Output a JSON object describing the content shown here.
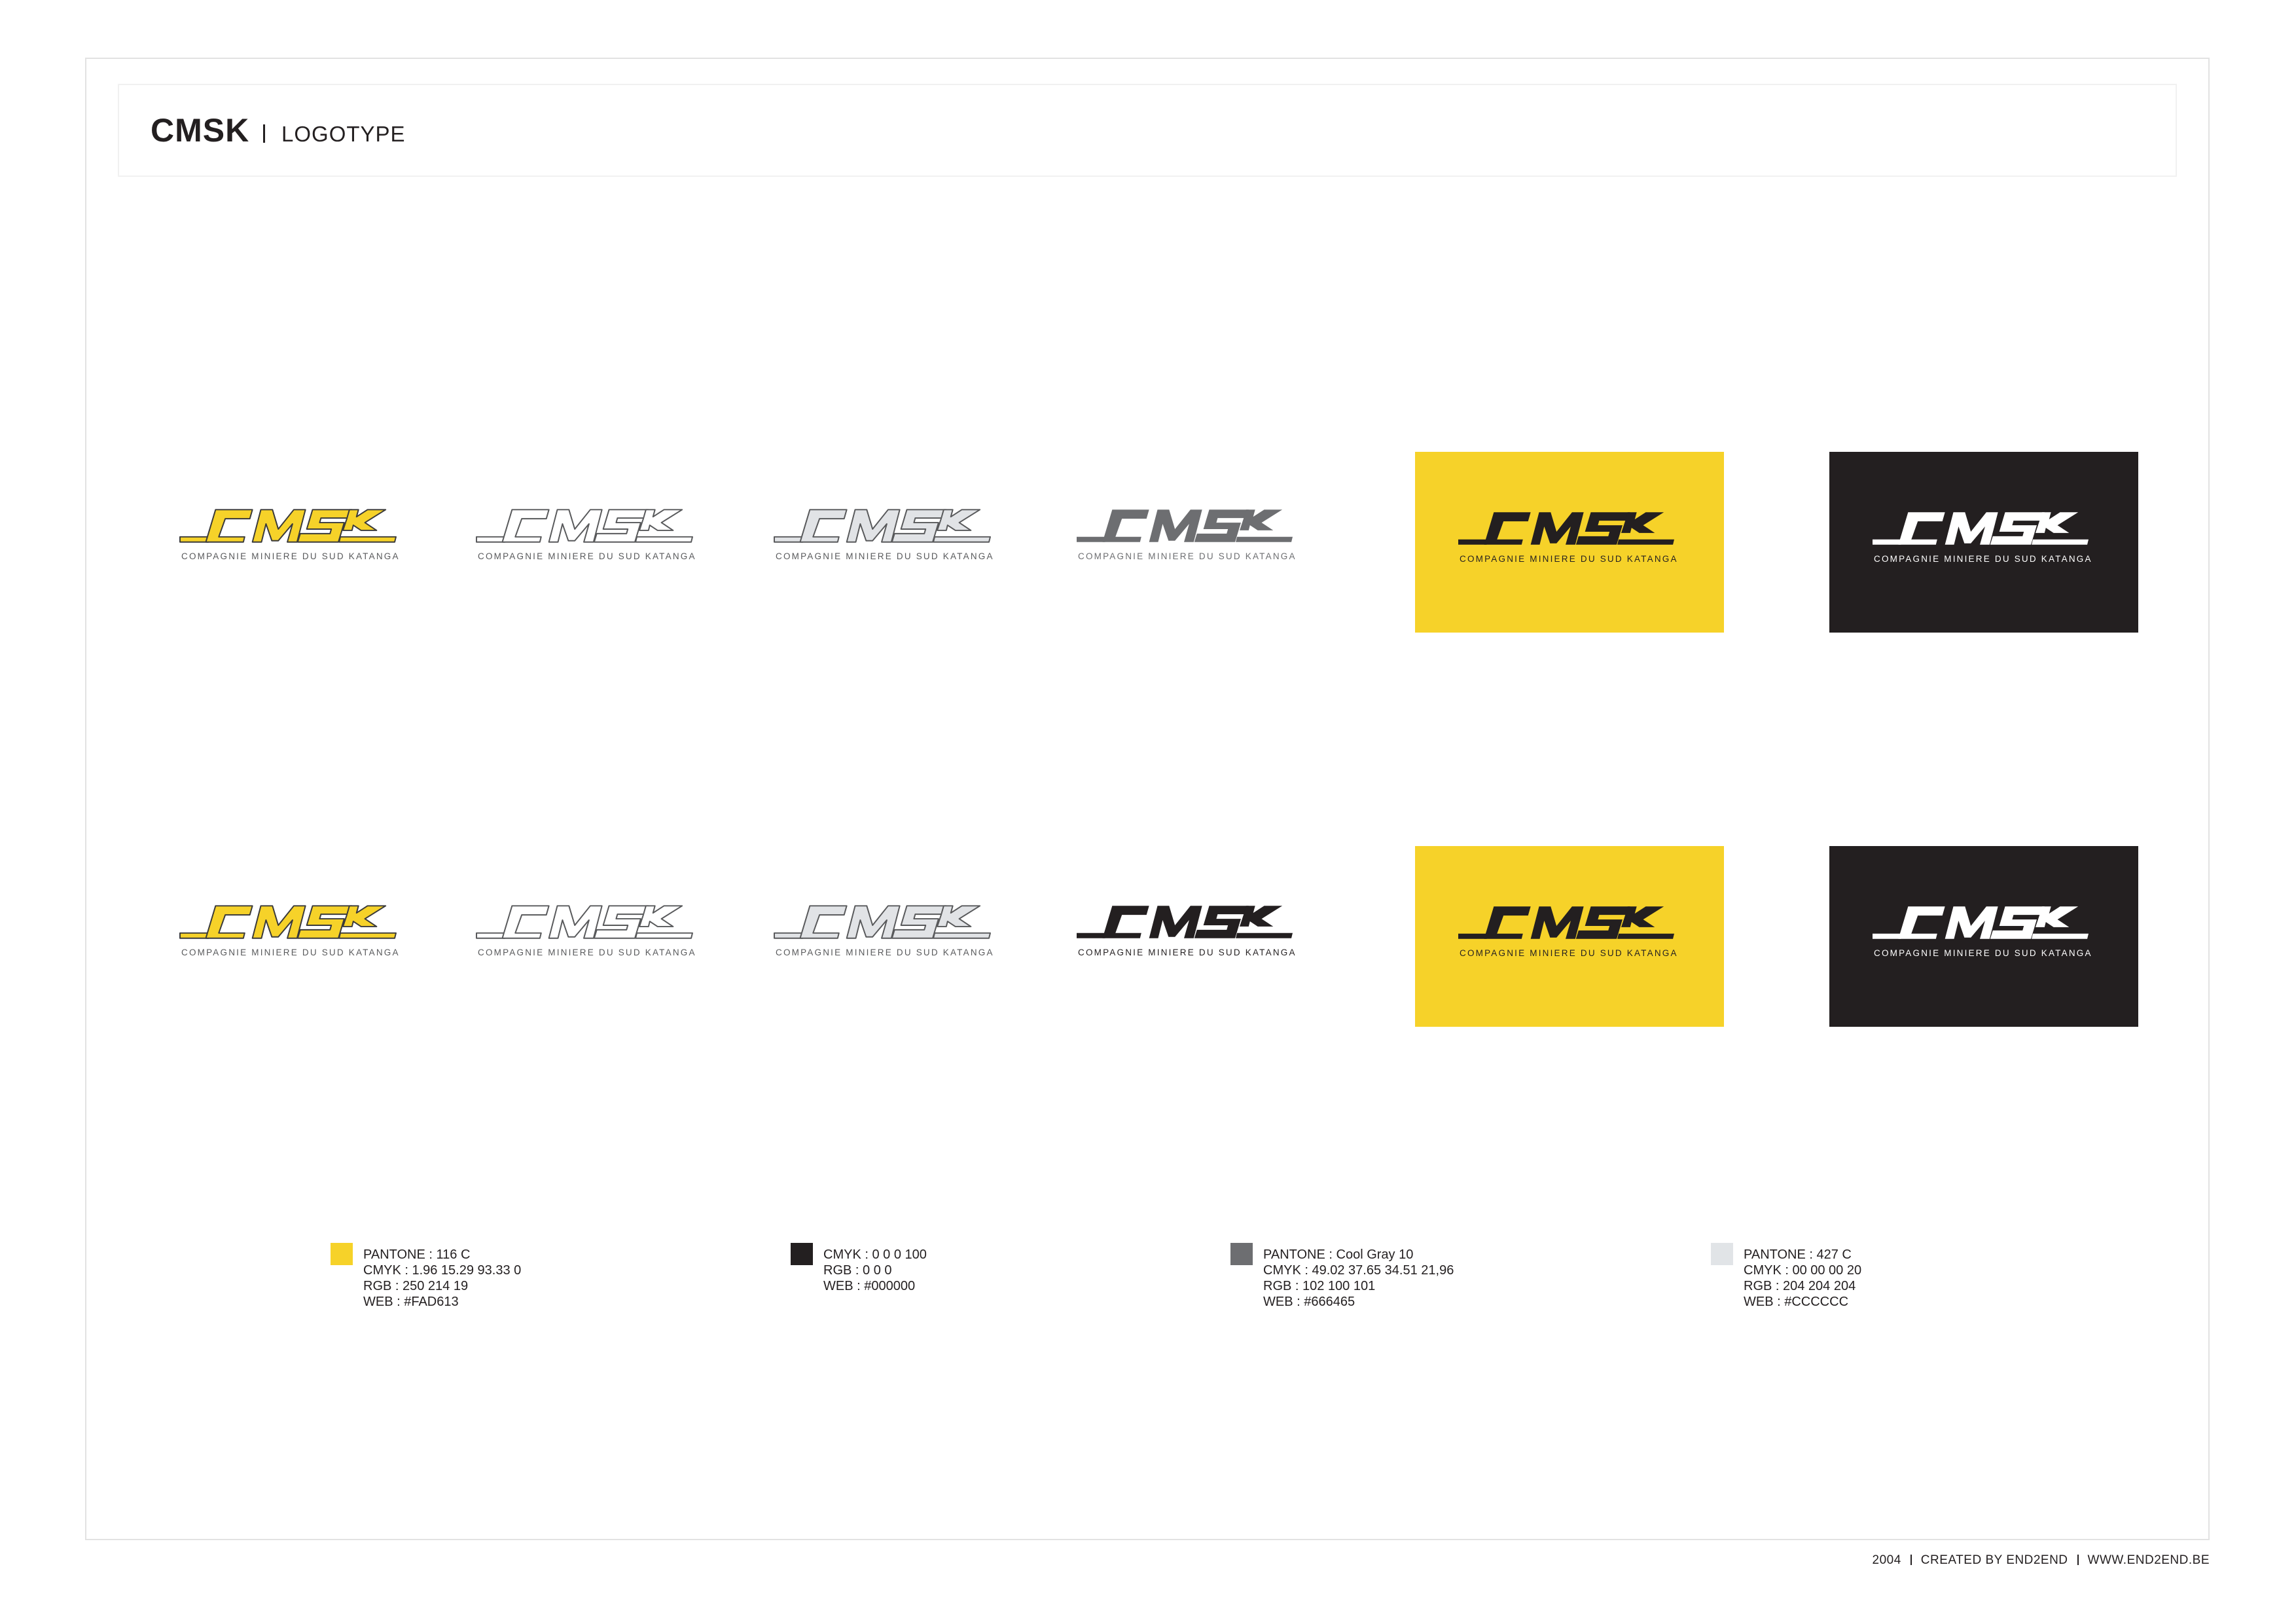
{
  "header": {
    "brand": "CMSK",
    "title": "LOGOTYPE"
  },
  "logo": {
    "wordmark": "CMSK",
    "tagline": "COMPAGNIE MINIERE DU SUD KATANGA"
  },
  "variants_row1": [
    {
      "id": "yellow-outline",
      "fill": "#F6D229",
      "stroke": "#3a3a3a",
      "text_color": "#58595b"
    },
    {
      "id": "white-outline",
      "fill": "#ffffff",
      "stroke": "#58595b",
      "text_color": "#58595b"
    },
    {
      "id": "silver-outline",
      "fill": "#e1e3e6",
      "stroke": "#58595b",
      "text_color": "#58595b"
    },
    {
      "id": "gray-solid",
      "fill": "#6d6e71",
      "stroke": "none",
      "text_color": "#6d6e71"
    },
    {
      "id": "on-yellow",
      "fill": "#231f20",
      "stroke": "none",
      "text_color": "#231f20",
      "background": "#F6D229"
    },
    {
      "id": "on-black",
      "fill": "#ffffff",
      "stroke": "none",
      "text_color": "#ffffff",
      "background": "#231f20"
    }
  ],
  "variants_row2": [
    {
      "id": "yellow-outline",
      "fill": "#F6D229",
      "stroke": "#3a3a3a",
      "text_color": "#58595b"
    },
    {
      "id": "white-outline",
      "fill": "#ffffff",
      "stroke": "#58595b",
      "text_color": "#58595b"
    },
    {
      "id": "silver-outline",
      "fill": "#e1e3e6",
      "stroke": "#58595b",
      "text_color": "#58595b"
    },
    {
      "id": "black-solid",
      "fill": "#231f20",
      "stroke": "none",
      "text_color": "#231f20"
    },
    {
      "id": "on-yellow",
      "fill": "#231f20",
      "stroke": "none",
      "text_color": "#231f20",
      "background": "#F6D229"
    },
    {
      "id": "on-black",
      "fill": "#ffffff",
      "stroke": "none",
      "text_color": "#ffffff",
      "background": "#231f20"
    }
  ],
  "swatches": [
    {
      "color": "#F6D229",
      "lines": [
        "PANTONE : 116 C",
        "CMYK : 1.96 15.29 93.33 0",
        "RGB : 250 214 19",
        "WEB : #FAD613"
      ]
    },
    {
      "color": "#231f20",
      "lines": [
        "CMYK : 0 0 0 100",
        "RGB : 0 0 0",
        "WEB : #000000"
      ]
    },
    {
      "color": "#6d6e71",
      "lines": [
        "PANTONE : Cool Gray 10",
        "CMYK : 49.02 37.65 34.51 21,96",
        "RGB : 102 100 101",
        "WEB : #666465"
      ]
    },
    {
      "color": "#e1e4e7",
      "lines": [
        "PANTONE : 427 C",
        "CMYK : 00 00 00 20",
        "RGB : 204 204 204",
        "WEB : #CCCCCC"
      ]
    }
  ],
  "footer": {
    "year": "2004",
    "credit": "CREATED BY END2END",
    "url": "WWW.END2END.BE"
  }
}
